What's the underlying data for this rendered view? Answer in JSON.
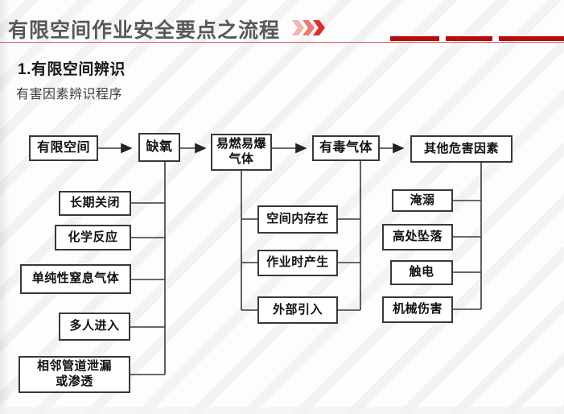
{
  "header": {
    "title": "有限空间作业安全要点之流程",
    "accent_red": "#b80d0d",
    "title_color": "#57585a"
  },
  "section": {
    "heading": "1.有限空间辨识",
    "subheading": "有害因素辨识程序"
  },
  "flowchart": {
    "nodes": {
      "limited_space": "有限空间",
      "oxygen_deficiency": "缺氧",
      "flammable_gas": "易燃易爆\n气体",
      "toxic_gas": "有毒气体",
      "other_hazards": "其他危害因素",
      "long_closed": "长期关闭",
      "chemical_reaction": "化学反应",
      "simple_asphyxiant_gas": "单纯性窒息气体",
      "multiple_entry": "多人进入",
      "adjacent_pipe_leak": "相邻管道泄漏\n或渗透",
      "exist_in_space": "空间内存在",
      "generated_during_work": "作业时产生",
      "external_introduction": "外部引入",
      "drowning": "淹溺",
      "fall_from_height": "高处坠落",
      "electric_shock": "触电",
      "mechanical_injury": "机械伤害"
    }
  }
}
